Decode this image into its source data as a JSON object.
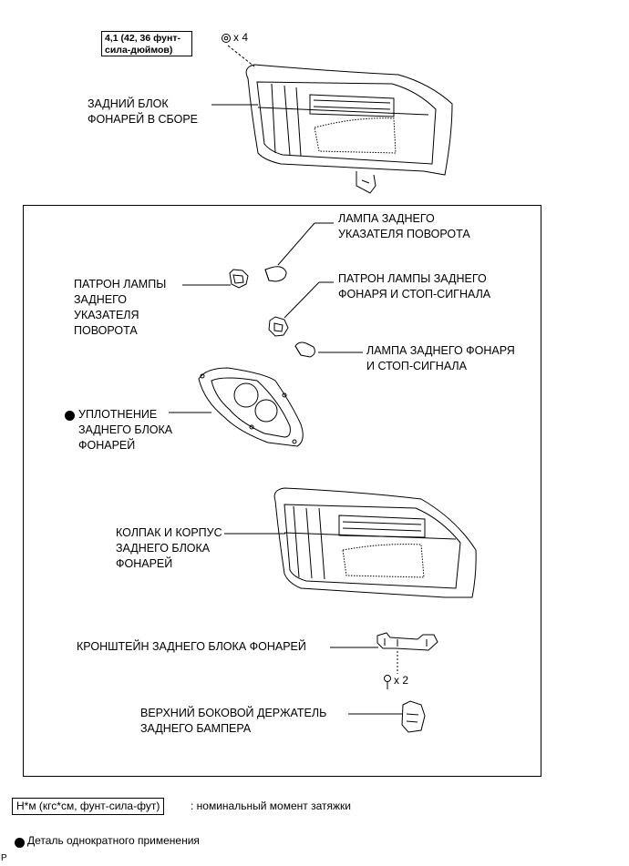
{
  "torque_spec": "4,1 (42, 36 фунт-\nсила-дюймов)",
  "qty_screws": "x 4",
  "qty_bolts": "x 2",
  "labels": {
    "rear_lamp_assy": "ЗАДНИЙ БЛОК\nФОНАРЕЙ В СБОРЕ",
    "turn_bulb": "ЛАМПА ЗАДНЕГО\nУКАЗАТЕЛЯ ПОВОРОТА",
    "turn_socket": "ПАТРОН ЛАМПЫ\nЗАДНЕГО\nУКАЗАТЕЛЯ\nПОВОРОТА",
    "tail_socket": "ПАТРОН ЛАМПЫ ЗАДНЕГО\nФОНАРЯ И СТОП-СИГНАЛА",
    "tail_bulb": "ЛАМПА ЗАДНЕГО ФОНАРЯ\nИ СТОП-СИГНАЛА",
    "gasket": "УПЛОТНЕНИЕ\nЗАДНЕГО БЛОКА\nФОНАРЕЙ",
    "lens_body": "КОЛПАК И КОРПУС\nЗАДНЕГО БЛОКА\nФОНАРЕЙ",
    "bracket": "КРОНШТЕЙН ЗАДНЕГО БЛОКА ФОНАРЕЙ",
    "retainer": "ВЕРХНИЙ БОКОВОЙ ДЕРЖАТЕЛЬ\nЗАДНЕГО БАМПЕРА"
  },
  "legend": {
    "torque_unit": "Н*м (кгс*см, фунт-сила-фут)",
    "torque_desc": ": номинальный момент затяжки",
    "single_use": "Деталь однократного применения"
  },
  "corner_letter": "P"
}
